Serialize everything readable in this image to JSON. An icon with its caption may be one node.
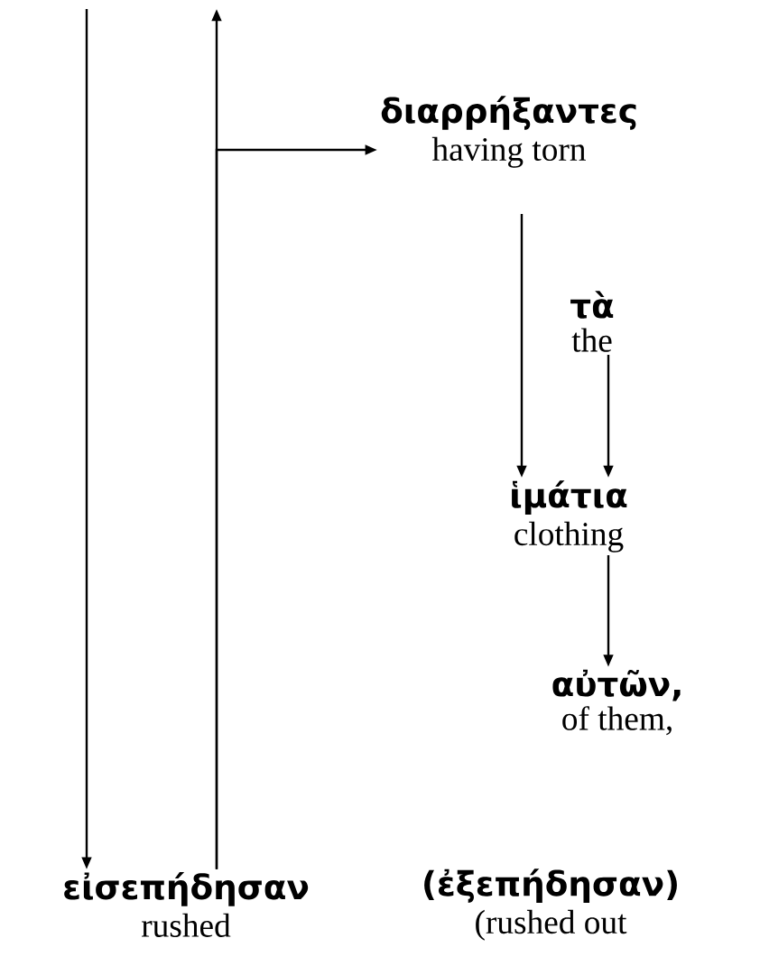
{
  "diagram": {
    "nodes": [
      {
        "text": [
          "διαρρήξαντες",
          "having torn"
        ]
      },
      {
        "text": [
          "τὰ",
          "the"
        ]
      },
      {
        "text": [
          "ἱμάτια",
          "clothing"
        ]
      },
      {
        "text": [
          "αὐτῶν,",
          "of them,"
        ]
      },
      {
        "text": [
          "εἰσεπήδησαν",
          "rushed"
        ]
      },
      {
        "text": [
          "(ἐξεπήδησαν)",
          "(rushed out"
        ]
      }
    ],
    "edges": [
      {
        "from": null,
        "to": 4,
        "arrow": "to"
      },
      {
        "from": 4,
        "to": null,
        "arrow": "to"
      },
      {
        "from": 4,
        "to": 0,
        "arrow": "to"
      },
      {
        "from": 0,
        "to": 2,
        "arrow": "to"
      },
      {
        "from": 1,
        "to": 2,
        "arrow": "to"
      },
      {
        "from": 2,
        "to": 3,
        "arrow": "to"
      }
    ]
  }
}
